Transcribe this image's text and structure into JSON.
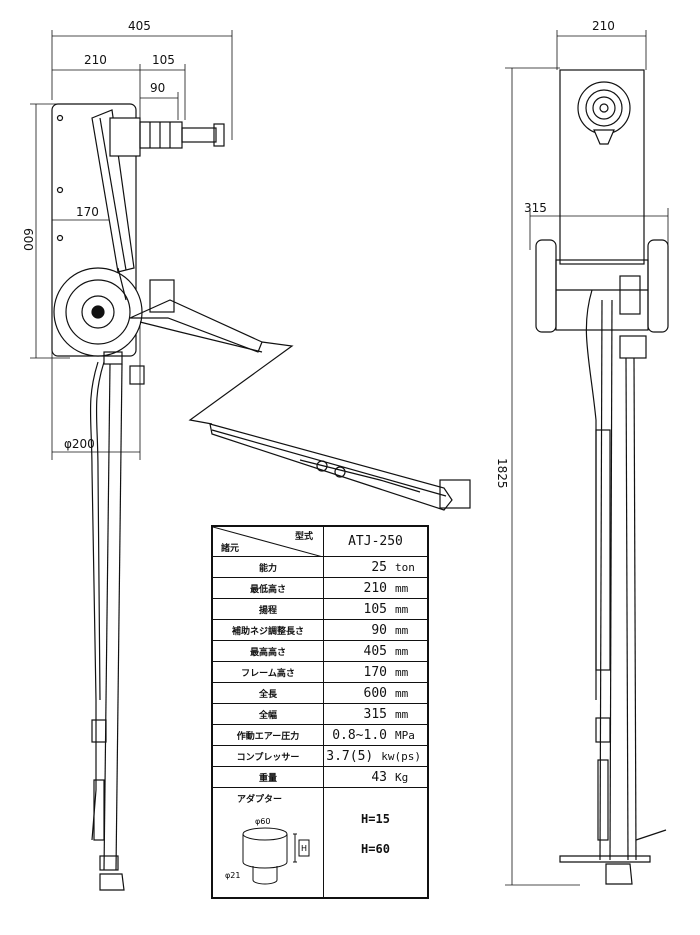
{
  "dimensions": {
    "d405": "405",
    "d210": "210",
    "d105": "105",
    "d90": "90",
    "d600": "600",
    "d170": "170",
    "d200": "φ200",
    "d210_front": "210",
    "d315": "315",
    "d1825": "1825"
  },
  "spec_table": {
    "header_label_top": "型式",
    "header_label_bottom": "諸元",
    "model": "ATJ-250",
    "rows": [
      {
        "label": "能力",
        "value": "25",
        "unit": "ton"
      },
      {
        "label": "最低高さ",
        "value": "210",
        "unit": "mm"
      },
      {
        "label": "揚程",
        "value": "105",
        "unit": "mm"
      },
      {
        "label": "補助ネジ調整長さ",
        "value": "90",
        "unit": "mm"
      },
      {
        "label": "最高高さ",
        "value": "405",
        "unit": "mm"
      },
      {
        "label": "フレーム高さ",
        "value": "170",
        "unit": "mm"
      },
      {
        "label": "全長",
        "value": "600",
        "unit": "mm"
      },
      {
        "label": "全幅",
        "value": "315",
        "unit": "mm"
      },
      {
        "label": "作動エアー圧力",
        "value": "0.8~1.0",
        "unit": "MPa"
      },
      {
        "label": "コンプレッサー",
        "value": "3.7(5)",
        "unit": "kw(ps)"
      },
      {
        "label": "重量",
        "value": "43",
        "unit": "Kg"
      }
    ],
    "adapter": {
      "title": "アダプター",
      "dia_top": "φ60",
      "dia_bottom": "φ21",
      "h_label": "H",
      "values": [
        "H=15",
        "H=60"
      ]
    }
  }
}
